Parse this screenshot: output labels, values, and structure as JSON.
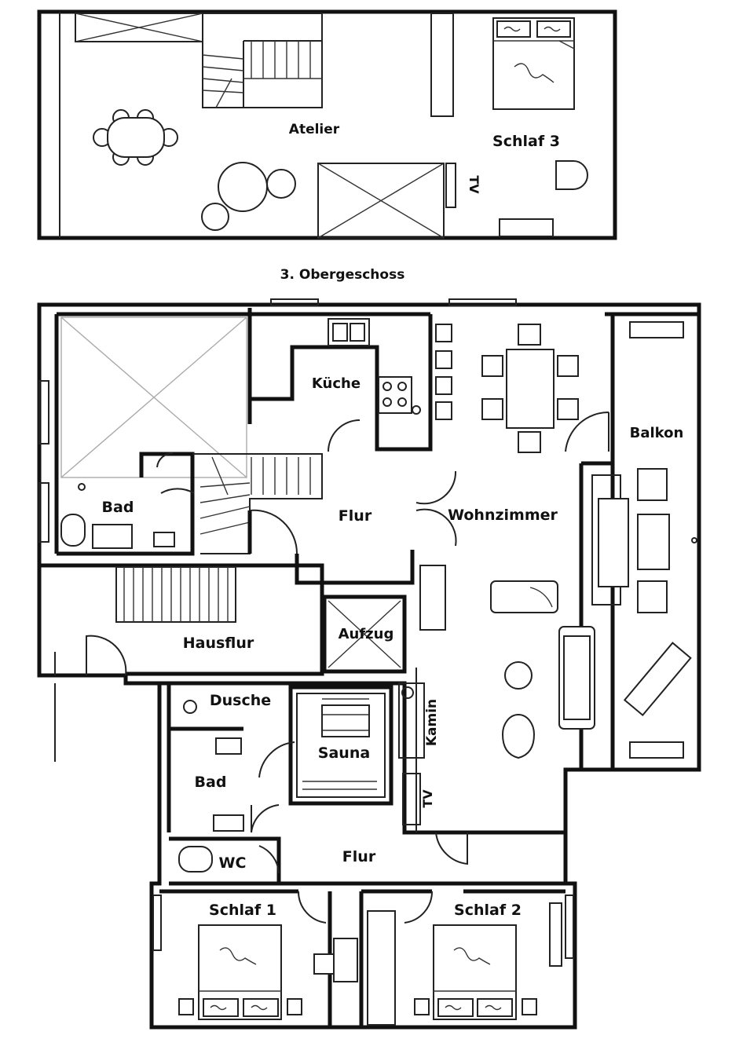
{
  "floor_upper": {
    "caption": "3. Obergeschoss",
    "rooms": {
      "atelier": "Atelier",
      "schlaf3": "Schlaf 3",
      "tv": "TV"
    }
  },
  "floor_main": {
    "rooms": {
      "kueche": "Küche",
      "balkon": "Balkon",
      "bad_top": "Bad",
      "flur_top": "Flur",
      "wohnzimmer": "Wohnzimmer",
      "hausflur": "Hausflur",
      "aufzug": "Aufzug",
      "dusche": "Dusche",
      "sauna": "Sauna",
      "kamin": "Kamin",
      "bad_bottom": "Bad",
      "tv": "TV",
      "wc": "WC",
      "flur_bottom": "Flur",
      "schlaf1": "Schlaf 1",
      "schlaf2": "Schlaf 2"
    }
  }
}
